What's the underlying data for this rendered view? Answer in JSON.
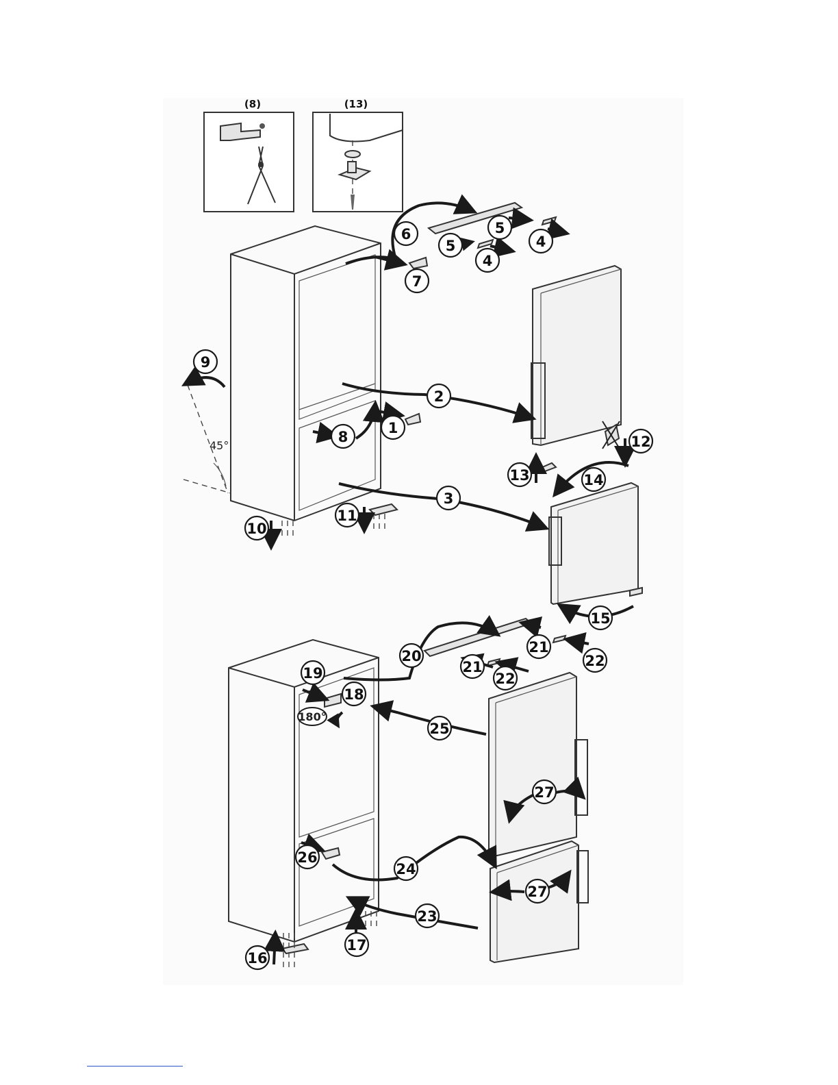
{
  "insets": [
    {
      "id": "inset-8",
      "label": "(8)"
    },
    {
      "id": "inset-13",
      "label": "(13)"
    }
  ],
  "callouts": [
    "1",
    "2",
    "3",
    "4",
    "4",
    "5",
    "5",
    "6",
    "7",
    "8",
    "9",
    "10",
    "11",
    "12",
    "13",
    "14",
    "15",
    "16",
    "17",
    "18",
    "19",
    "20",
    "21",
    "21",
    "22",
    "22",
    "23",
    "24",
    "25",
    "26",
    "27",
    "27"
  ],
  "angles": {
    "tilt": "45°",
    "rotate": "180°"
  }
}
